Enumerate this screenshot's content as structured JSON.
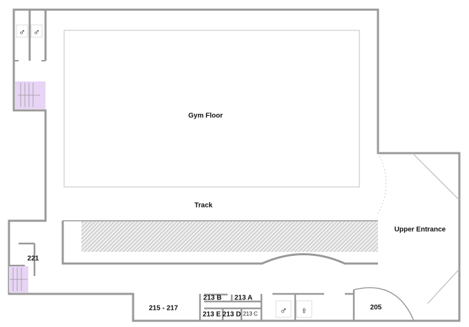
{
  "rooms": {
    "gym_floor": "Gym Floor",
    "track": "Track",
    "upper_entrance": "Upper Entrance",
    "r221": "221",
    "r215_217": "215 - 217",
    "r213b": "213 B",
    "r213a": "213 A",
    "r213e": "213 E",
    "r213d": "213 D",
    "r213c": "213 C",
    "r205": "205"
  },
  "colors": {
    "wall": "#999999",
    "stairs": "#e8d5f5",
    "hatch": "#bbbbbb"
  }
}
